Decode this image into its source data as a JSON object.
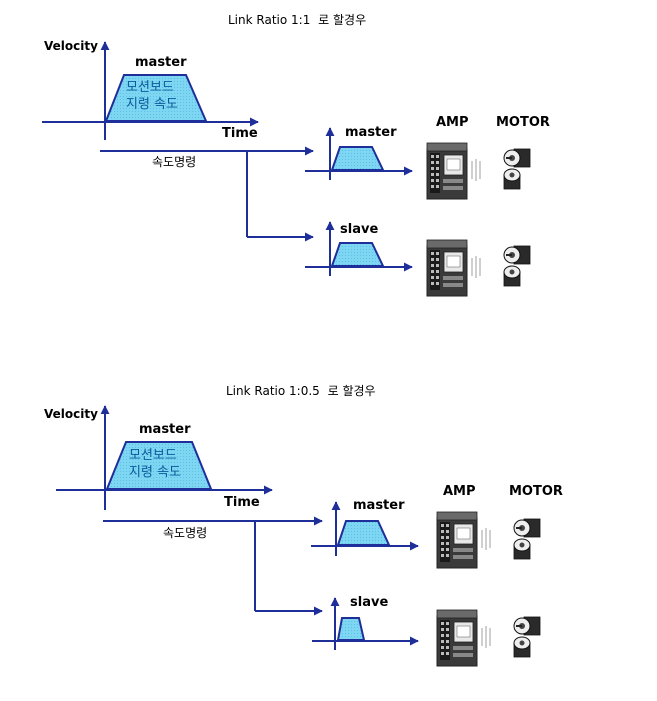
{
  "colors": {
    "line": "#1f2f9a",
    "profile_fill": "#7fd6f2",
    "profile_stroke": "#1f2f9a",
    "profile_text": "#0a5a9a"
  },
  "sections": [
    {
      "title_prefix": "Link Ratio 1:1",
      "title_suffix": "로 할경우",
      "velocity_label": "Velocity",
      "master_profile_label": "master",
      "profile_text_1": "모션보드",
      "profile_text_2": "지령 속도",
      "time_label": "Time",
      "command_label": "속도명령",
      "master_label": "master",
      "slave_label": "slave",
      "amp_label": "AMP",
      "motor_label": "MOTOR"
    },
    {
      "title_prefix": "Link Ratio 1:0.5",
      "title_suffix": "로 할경우",
      "velocity_label": "Velocity",
      "master_profile_label": "master",
      "profile_text_1": "모션보드",
      "profile_text_2": "지령 속도",
      "time_label": "Time",
      "command_label": "속도명령",
      "master_label": "master",
      "slave_label": "slave",
      "amp_label": "AMP",
      "motor_label": "MOTOR"
    }
  ],
  "icons": [
    "servo-amp-icon",
    "servo-motor-icon",
    "coupling-icon"
  ]
}
